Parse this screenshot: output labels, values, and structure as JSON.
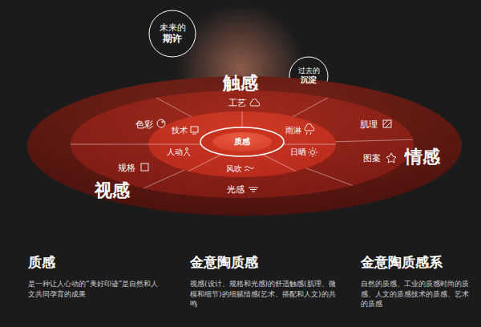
{
  "diagram": {
    "nodes": [
      {
        "text": [
          "未来的",
          "期许"
        ]
      },
      {
        "text": [
          "过去的",
          "沉淀"
        ]
      },
      {
        "text": [
          "触感",
          "视感",
          "情感"
        ]
      },
      {
        "text": [
          "工艺",
          "色彩",
          "肌理",
          "规格",
          "图案",
          "光感"
        ],
        "in": 2
      },
      {
        "text": [
          "技术",
          "雨淋",
          "人动",
          "日晒",
          "风吹"
        ],
        "in": 3
      },
      {
        "text": [
          "质感"
        ],
        "in": 4
      }
    ],
    "labels": [
      "质感",
      "是一种让人心动的“美好印迹”是自然和人文共同孕育的成果",
      "金意陶质感",
      "视感(设计、规格和光感)的舒适触感(肌理、微模和细节)的细腻情感(艺术、搭配和人文)的共鸣",
      "金意陶质感系",
      "自然的质感、工业的质感时尚的质感、人文的质感技术的质感、艺术的质感"
    ]
  }
}
